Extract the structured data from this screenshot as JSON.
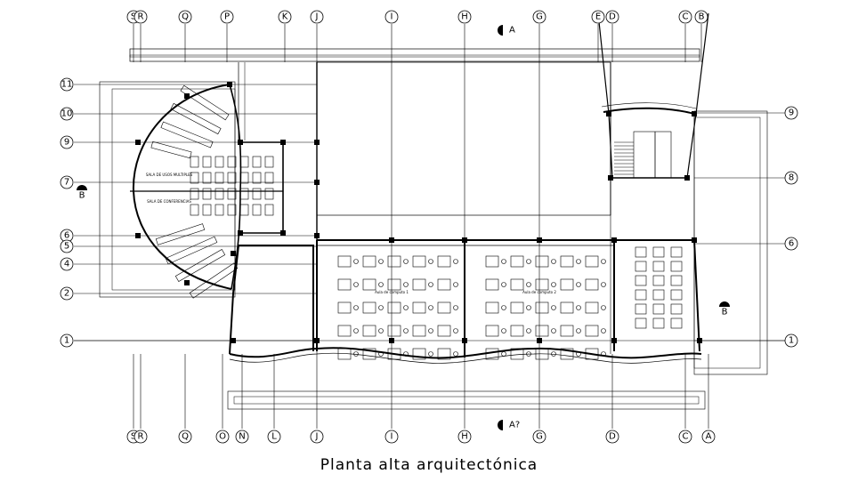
{
  "caption": "Planta alta arquitectónica",
  "grid_top": [
    "S",
    "R",
    "Q",
    "P",
    "K",
    "J",
    "I",
    "H",
    "G",
    "E",
    "D",
    "C",
    "B"
  ],
  "grid_bottom": [
    "S",
    "R",
    "Q",
    "O",
    "N",
    "L",
    "J",
    "I",
    "H",
    "G",
    "D",
    "C",
    "A"
  ],
  "grid_left": [
    "11",
    "10",
    "9",
    "7",
    "6",
    "5",
    "4",
    "2",
    "1"
  ],
  "grid_right": [
    "9",
    "8",
    "6",
    "1"
  ],
  "section_marks": [
    "A",
    "A?",
    "B",
    "B"
  ],
  "room_labels": [
    "SALA DE USOS MULTIPLES",
    "SALA DE CONFERENCIAS",
    "Aula de computo 1",
    "Aula de computo 2"
  ]
}
